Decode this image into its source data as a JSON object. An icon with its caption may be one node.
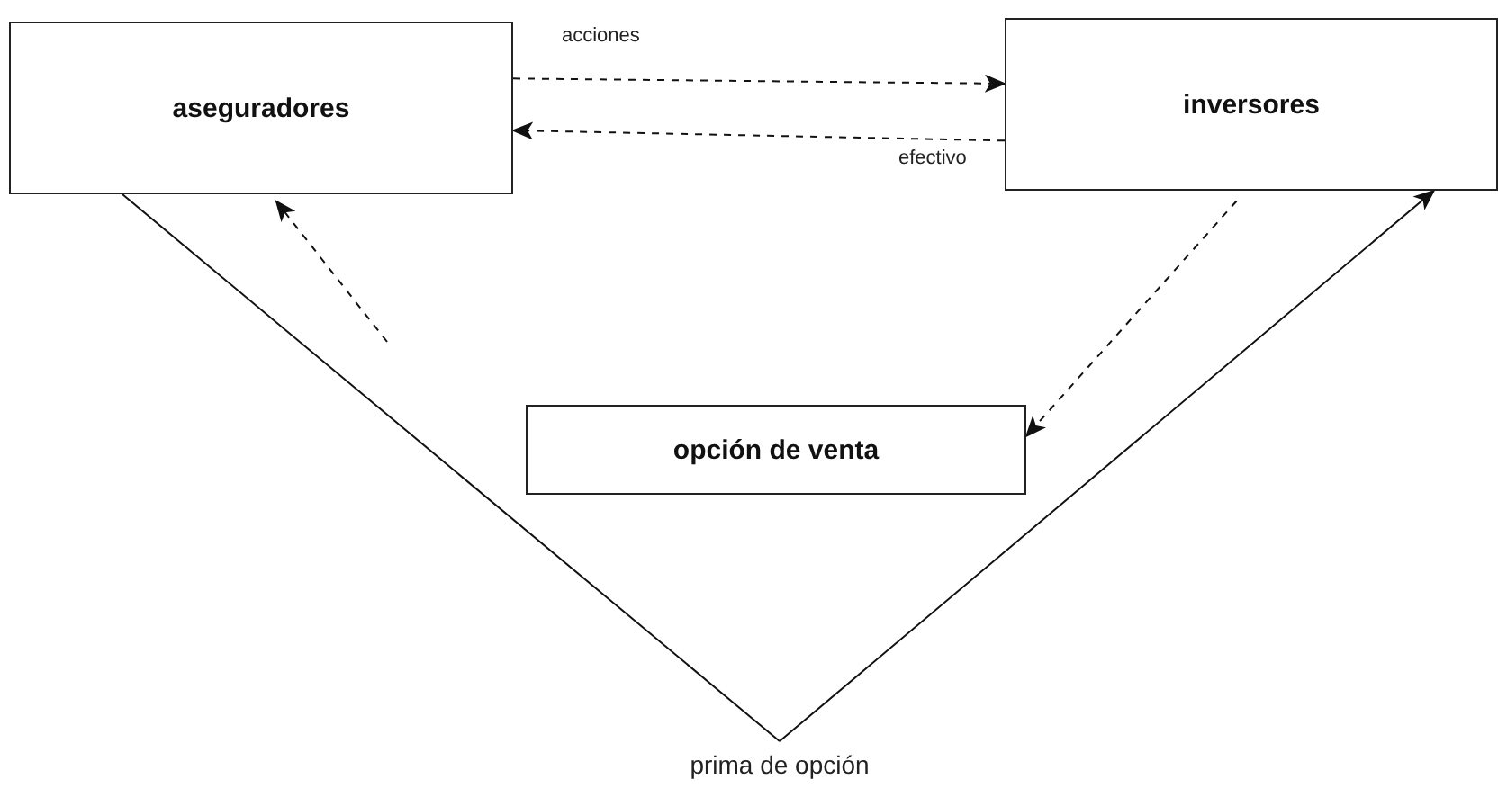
{
  "diagram": {
    "nodes": [
      {
        "text": [
          "aseguradores"
        ]
      },
      {
        "text": [
          "inversores"
        ]
      },
      {
        "text": [
          "opción de venta"
        ]
      },
      {
        "text": [
          "prima de opción"
        ]
      }
    ],
    "edges": [
      {
        "from": 0,
        "to": 1,
        "arrow": "to",
        "label": "acciones",
        "style": "dashed"
      },
      {
        "from": 1,
        "to": 0,
        "arrow": "to",
        "label": "efectivo",
        "style": "dashed"
      },
      {
        "from": 0,
        "to": 3,
        "arrow": "none"
      },
      {
        "from": 3,
        "to": 1,
        "arrow": "to"
      },
      {
        "from": 1,
        "to": 2,
        "arrow": "to",
        "style": "dashed"
      },
      {
        "from": null,
        "to": 0,
        "arrow": "to",
        "style": "dashed"
      }
    ]
  }
}
